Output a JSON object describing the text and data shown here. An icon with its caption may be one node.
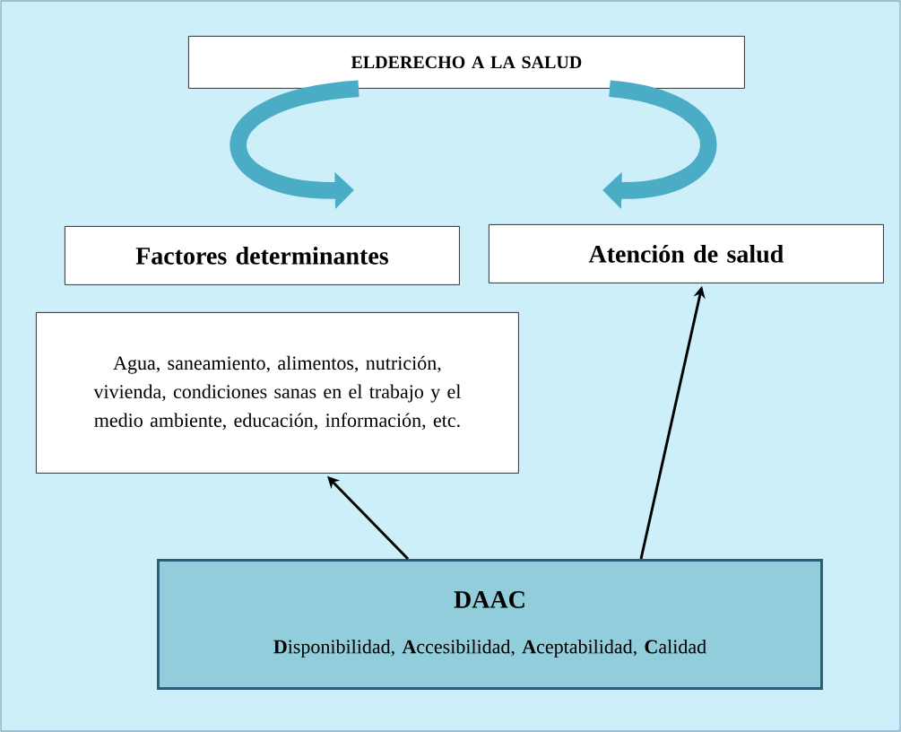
{
  "diagram": {
    "nodes": [
      {
        "text": [
          "ELDERECHO A LA SALUD"
        ]
      },
      {
        "text": [
          "Factores determinantes"
        ]
      },
      {
        "text": [
          "Atención de salud"
        ]
      },
      {
        "text": [
          "Agua, saneamiento, alimentos, nutrición, vivienda, condiciones sanas en el trabajo y el medio ambiente, educación, información, etc."
        ]
      },
      {
        "text": [
          "DAAC",
          "**D**isponibilidad, **A**ccesibilidad, **A**ceptabilidad, **C**alidad"
        ]
      }
    ],
    "edges": [
      {
        "from": 0,
        "to": 1,
        "arrow": "to",
        "style": "thick",
        "color": "#4bacc6"
      },
      {
        "from": 0,
        "to": 2,
        "arrow": "to",
        "style": "thick",
        "color": "#4bacc6"
      },
      {
        "from": 4,
        "to": 3,
        "arrow": "to",
        "color": "#000000"
      },
      {
        "from": 4,
        "to": 2,
        "arrow": "to",
        "color": "#000000"
      }
    ]
  }
}
